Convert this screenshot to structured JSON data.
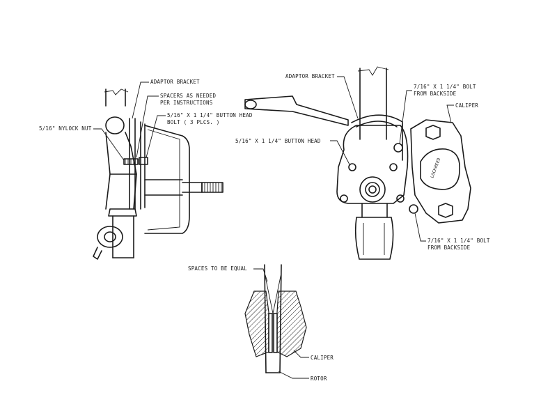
{
  "left_view": {
    "adaptor_bracket": "ADAPTOR BRACKET",
    "spacers_line1": "SPACERS AS NEEDED",
    "spacers_line2": "PER INSTRUCTIONS",
    "button_head_line1": "5/16\" X 1 1/4\" BUTTON HEAD",
    "button_head_line2": "BOLT ( 3 PLCS. )",
    "nylock_nut": "5/16\" NYLOCK NUT"
  },
  "right_view": {
    "adaptor_bracket": "ADAPTOR BRACKET",
    "bolt_top_line1": "7/16\" X 1 1/4\" BOLT",
    "bolt_top_line2": "FROM BACKSIDE",
    "caliper": "CALIPER",
    "button_head": "5/16\" X 1 1/4\" BUTTON HEAD",
    "bolt_bottom_line1": "7/16\" X 1 1/4\" BOLT",
    "bolt_bottom_line2": "FROM BACKSIDE",
    "caliper_stamp": "LOCKHEED"
  },
  "detail_view": {
    "spaces_equal": "SPACES TO BE EQUAL",
    "caliper": "CALIPER",
    "rotor": "ROTOR"
  }
}
